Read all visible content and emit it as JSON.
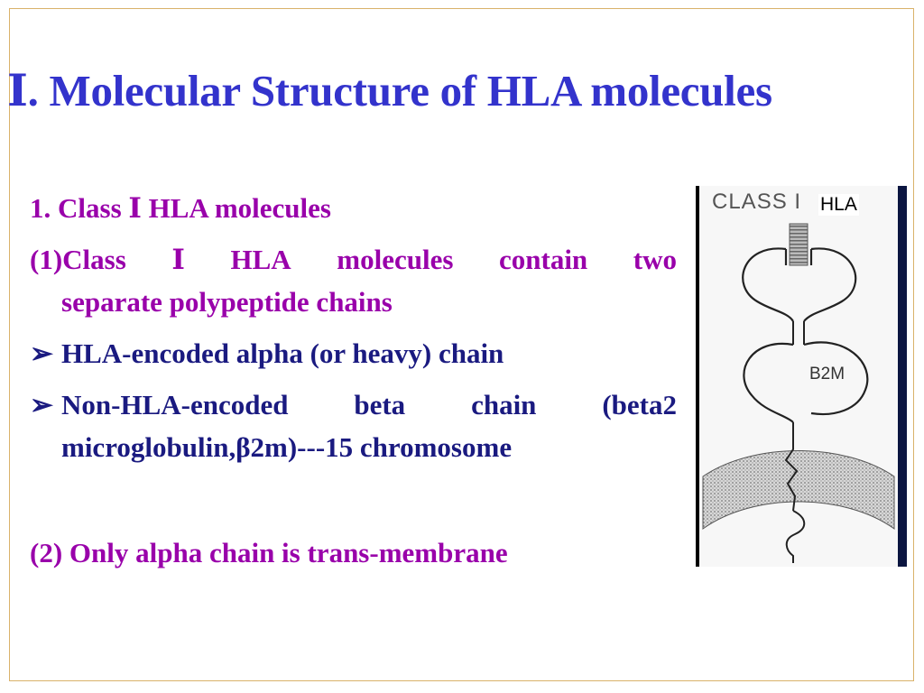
{
  "title": "Ⅰ. Molecular Structure of HLA molecules",
  "section": {
    "heading": "1. Class  Ⅰ HLA molecules",
    "p1_words": [
      "(1)Class",
      "Ⅰ",
      "HLA",
      "molecules",
      "contain",
      "two"
    ],
    "p1_cont": "separate polypeptide chains",
    "bullet1": "HLA-encoded alpha (or heavy) chain",
    "bullet2_words": [
      "Non-HLA-encoded",
      "beta",
      "chain",
      "(beta2"
    ],
    "bullet2_cont": "microglobulin,β2m)---15 chromosome",
    "p2": "(2) Only alpha chain is trans-membrane",
    "bullet_symbol": "➢"
  },
  "figure": {
    "class_label": "CLASS I",
    "hla_label": "HLA",
    "b2m_label": "B2M"
  },
  "colors": {
    "title": "#3333cc",
    "heading": "#9900aa",
    "bullet_text": "#1a1a80",
    "frame": "#d9b26a"
  }
}
